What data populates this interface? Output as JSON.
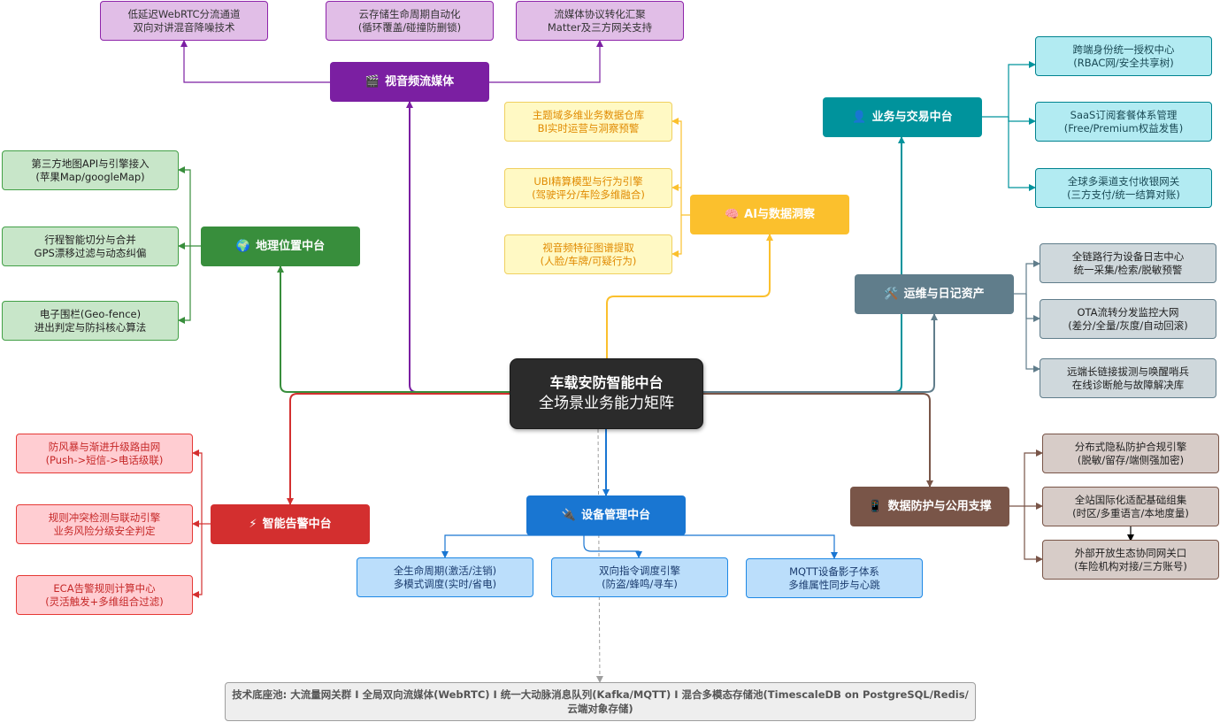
{
  "center": {
    "line1": "车载安防智能中台",
    "line2": "全场景业务能力矩阵"
  },
  "hubs": {
    "media": {
      "icon": "🎬",
      "label": "视音频流媒体",
      "color": "#7b1fa2"
    },
    "ai": {
      "icon": "🧠",
      "label": "AI与数据洞察",
      "color": "#fbc02d"
    },
    "biz": {
      "icon": "👤",
      "label": "业务与交易中台",
      "color": "#00939c"
    },
    "geo": {
      "icon": "🌍",
      "label": "地理位置中台",
      "color": "#388e3c"
    },
    "ops": {
      "icon": "🛠️",
      "label": "运维与日记资产",
      "color": "#607d8b"
    },
    "alarm": {
      "icon": "⚡",
      "label": "智能告警中台",
      "color": "#d32f2f"
    },
    "device": {
      "icon": "🔌",
      "label": "设备管理中台",
      "color": "#1976d2"
    },
    "protect": {
      "icon": "📱",
      "label": "数据防护与公用支撑",
      "color": "#795548"
    }
  },
  "leaves": {
    "media_1": [
      "低延迟WebRTC分流通道",
      "双向对讲混音降噪技术"
    ],
    "media_2": [
      "云存储生命周期自动化",
      "(循环覆盖/碰撞防删锁)"
    ],
    "media_3": [
      "流媒体协议转化汇聚",
      "Matter及三方网关支持"
    ],
    "ai_1": [
      "主题域多维业务数据仓库",
      "BI实时运营与洞察预警"
    ],
    "ai_2": [
      "UBI精算模型与行为引擎",
      "(驾驶评分/车险多维融合)"
    ],
    "ai_3": [
      "视音频特征图谱提取",
      "(人脸/车牌/可疑行为)"
    ],
    "biz_1": [
      "跨端身份统一授权中心",
      "(RBAC网/安全共享树)"
    ],
    "biz_2": [
      "SaaS订阅套餐体系管理",
      "(Free/Premium权益发售)"
    ],
    "biz_3": [
      "全球多渠道支付收银网关",
      "(三方支付/统一结算对账)"
    ],
    "geo_1": [
      "第三方地图API与引擎接入",
      "(苹果Map/googleMap)"
    ],
    "geo_2": [
      "行程智能切分与合并",
      "GPS漂移过滤与动态纠偏"
    ],
    "geo_3": [
      "电子围栏(Geo-fence)",
      "进出判定与防抖核心算法"
    ],
    "ops_1": [
      "全链路行为设备日志中心",
      "统一采集/检索/脱敏预警"
    ],
    "ops_2": [
      "OTA流转分发监控大网",
      "(差分/全量/灰度/自动回滚)"
    ],
    "ops_3": [
      "远端长链接拔测与唤醒哨兵",
      "在线诊断舱与故障解决库"
    ],
    "alarm_1": [
      "防风暴与渐进升级路由网",
      "(Push->短信->电话级联)"
    ],
    "alarm_2": [
      "规则冲突检测与联动引擎",
      "业务风险分级安全判定"
    ],
    "alarm_3": [
      "ECA告警规则计算中心",
      "(灵活触发+多维组合过滤)"
    ],
    "device_1": [
      "全生命周期(激活/注销)",
      "多模式调度(实时/省电)"
    ],
    "device_2": [
      "双向指令调度引擎",
      "(防盗/蜂鸣/寻车)"
    ],
    "device_3": [
      "MQTT设备影子体系",
      "多维属性同步与心跳"
    ],
    "protect_1": [
      "分布式隐私防护合规引擎",
      "(脱敏/留存/端侧强加密)"
    ],
    "protect_2": [
      "全站国际化适配基础组集",
      "(时区/多重语言/本地度量)"
    ],
    "protect_3": [
      "外部开放生态协同网关口",
      "(车险机构对接/三方账号)"
    ]
  },
  "footer": "技术底座池: 大流量网关群 I 全局双向流媒体(WebRTC) I 统一大动脉消息队列(Kafka/MQTT) I 混合多模态存储池(TimescaleDB on PostgreSQL/Redis/云端对象存储)"
}
